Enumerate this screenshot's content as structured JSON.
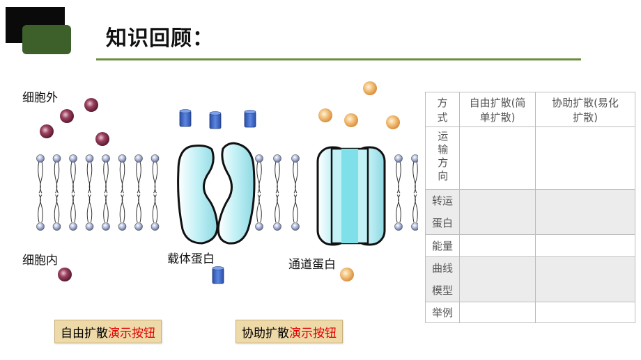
{
  "header": {
    "title": "知识回顾："
  },
  "diagram": {
    "outside_label": "细胞外",
    "inside_label": "细胞内",
    "carrier_label": "载体蛋白",
    "channel_label": "通道蛋白"
  },
  "table": {
    "headers": [
      "方式",
      "自由扩散(简单扩散)",
      "协助扩散(易化扩散)"
    ],
    "header_lines": [
      [
        "方",
        "式"
      ],
      [
        "自由扩散(简",
        "单扩散)"
      ],
      [
        "协助扩散(易化",
        "扩散)"
      ]
    ],
    "rows": [
      {
        "label": "运输方向",
        "col1": "",
        "col2": ""
      },
      {
        "label": "转运蛋白",
        "col1": "",
        "col2": ""
      },
      {
        "label": "能量",
        "col1": "",
        "col2": ""
      },
      {
        "label": "曲线模型",
        "col1": "",
        "col2": ""
      },
      {
        "label": "举例",
        "col1": "",
        "col2": ""
      }
    ]
  },
  "buttons": {
    "free_diffusion": {
      "prefix": "自由扩散",
      "suffix": "演示按钮"
    },
    "facilitated_diffusion": {
      "prefix": "协助扩散",
      "suffix": "演示按钮"
    }
  },
  "colors": {
    "accent_green": "#3d5f2a",
    "rule_green": "#6b8e3d",
    "button_bg": "#eed9a8",
    "button_red": "#e00000"
  }
}
